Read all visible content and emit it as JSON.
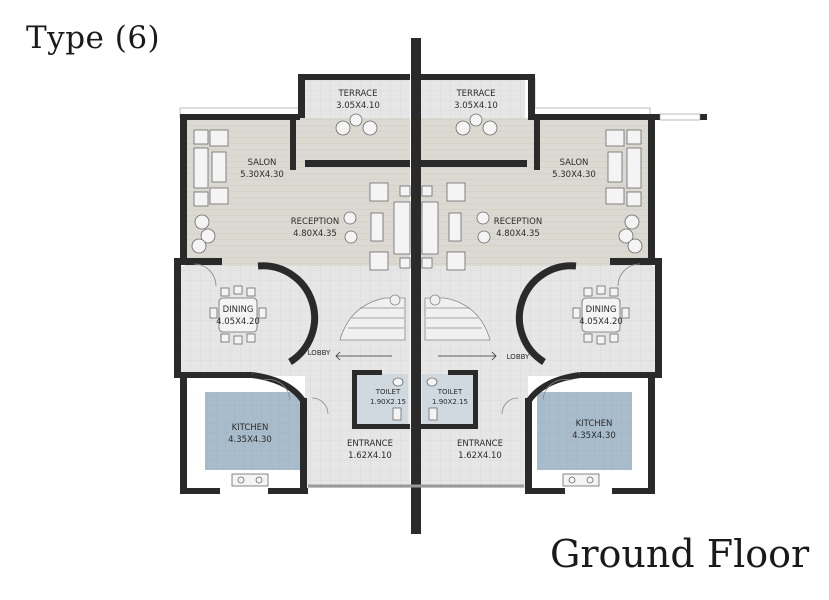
{
  "title": "Type (6)",
  "subtitle": "Ground Floor",
  "rooms": {
    "terrace_left": {
      "name": "TERRACE",
      "dim": "3.05X4.10"
    },
    "terrace_right": {
      "name": "TERRACE",
      "dim": "3.05X4.10"
    },
    "salon_left": {
      "name": "SALON",
      "dim": "5.30X4.30"
    },
    "salon_right": {
      "name": "SALON",
      "dim": "5.30X4.30"
    },
    "reception_left": {
      "name": "RECEPTION",
      "dim": "4.80X4.35"
    },
    "reception_right": {
      "name": "RECEPTION",
      "dim": "4.80X4.35"
    },
    "dining_left": {
      "name": "DINING",
      "dim": "4.05X4.20"
    },
    "dining_right": {
      "name": "DINING",
      "dim": "4.05X4.20"
    },
    "toilet_left": {
      "name": "TOILET",
      "dim": "1.90X2.15"
    },
    "toilet_right": {
      "name": "TOILET",
      "dim": "1.90X2.15"
    },
    "kitchen_left": {
      "name": "KITCHEN",
      "dim": "4.35X4.30"
    },
    "kitchen_right": {
      "name": "KITCHEN",
      "dim": "4.35X4.30"
    },
    "entrance_left": {
      "name": "ENTRANCE",
      "dim": "1.62X4.10"
    },
    "entrance_right": {
      "name": "ENTRANCE",
      "dim": "1.62X4.10"
    }
  },
  "labels": {
    "lobby_left": "LOBBY",
    "lobby_right": "LOBBY"
  },
  "colors": {
    "wall": "#2a2a2a",
    "wood_floor": "#dcdad4",
    "tile_floor": "#e4e4e4",
    "kitchen_floor": "#a9bccb",
    "terrace_floor": "#d7d7d7"
  }
}
